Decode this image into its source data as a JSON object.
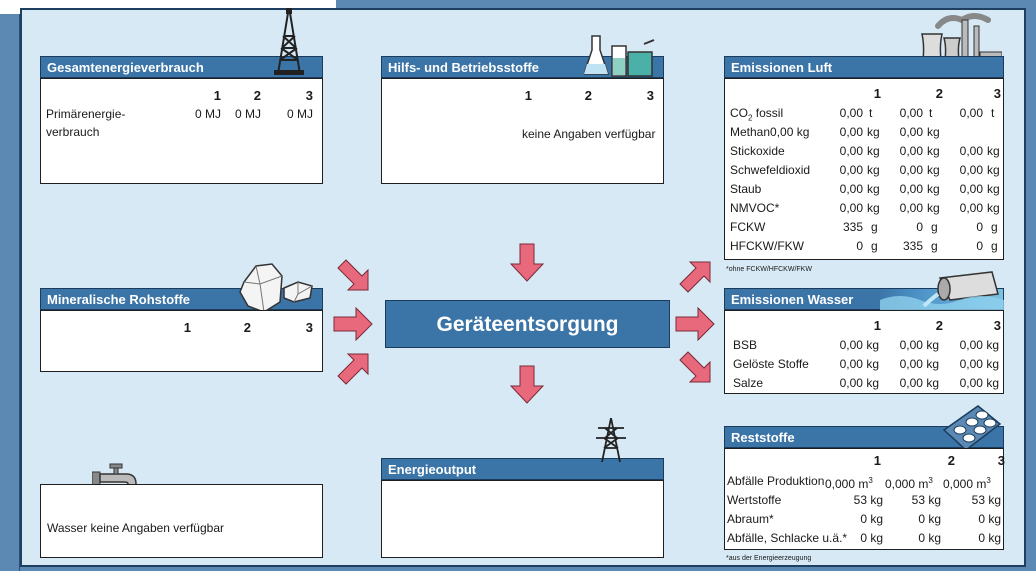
{
  "colors": {
    "header": "#3b74a6",
    "background": "#d6e9f5",
    "frame": "#5b89b3",
    "arrow": "#e8697c"
  },
  "center": {
    "title": "Geräteentsorgung"
  },
  "col_numbers": [
    "1",
    "2",
    "3"
  ],
  "energy_consumption": {
    "title": "Gesamtenergieverbrauch",
    "icon": "oil-derrick-icon",
    "row_label_line1": "Primärenergie-",
    "row_label_line2": "verbrauch",
    "values": [
      "0 MJ",
      "0 MJ",
      "0 MJ"
    ]
  },
  "auxiliary": {
    "title": "Hilfs- und Betriebsstoffe",
    "icon": "lab-flasks-icon",
    "note": "keine Angaben verfügbar"
  },
  "minerals": {
    "title": "Mineralische Rohstoffe",
    "icon": "rock-icon"
  },
  "water": {
    "icon": "water-tap-icon",
    "text": "Wasser keine Angaben verfügbar"
  },
  "energy_output": {
    "title": "Energieoutput",
    "icon": "power-pylon-icon"
  },
  "air_emissions": {
    "title": "Emissionen Luft",
    "icon": "power-plant-icon",
    "co2_label": "CO",
    "co2_sub": "2",
    "co2_suffix": " fossil",
    "rows": [
      {
        "label": "",
        "v": [
          "0,00",
          "0,00",
          "0,00"
        ],
        "u": [
          "t",
          "t",
          "t"
        ]
      },
      {
        "label": "Methan0,00 kg",
        "v": [
          "0,00",
          "0,00",
          ""
        ],
        "u": [
          "kg",
          "kg",
          ""
        ]
      },
      {
        "label": "Stickoxide",
        "v": [
          "0,00",
          "0,00",
          "0,00"
        ],
        "u": [
          "kg",
          "kg",
          "kg"
        ]
      },
      {
        "label": "Schwefeldioxid",
        "v": [
          "0,00",
          "0,00",
          "0,00"
        ],
        "u": [
          "kg",
          "kg",
          "kg"
        ]
      },
      {
        "label": "Staub",
        "v": [
          "0,00",
          "0,00",
          "0,00"
        ],
        "u": [
          "kg",
          "kg",
          "kg"
        ]
      },
      {
        "label": "NMVOC*",
        "v": [
          "0,00",
          "0,00",
          "0,00"
        ],
        "u": [
          "kg",
          "kg",
          "kg"
        ]
      },
      {
        "label": "FCKW",
        "v": [
          "335",
          "0",
          "0"
        ],
        "u": [
          "g",
          "g",
          "g"
        ]
      },
      {
        "label": "HFCKW/FKW",
        "v": [
          "0",
          "335",
          "0"
        ],
        "u": [
          "g",
          "g",
          "g"
        ]
      }
    ],
    "footnote": "*ohne FCKW/HFCKW/FKW"
  },
  "water_emissions": {
    "title": "Emissionen Wasser",
    "icon": "waste-pipe-icon",
    "rows": [
      {
        "label": "BSB",
        "v": [
          "0,00 kg",
          "0,00 kg",
          "0,00 kg"
        ]
      },
      {
        "label": "Gelöste Stoffe",
        "v": [
          "0,00 kg",
          "0,00 kg",
          "0,00 kg"
        ]
      },
      {
        "label": "Salze",
        "v": [
          "0,00 kg",
          "0,00 kg",
          "0,00 kg"
        ]
      }
    ]
  },
  "residues": {
    "title": "Reststoffe",
    "icon": "pellet-tray-icon",
    "row1_label": "Abfälle Produktion",
    "row1_values": [
      "0,000 m",
      "0,000 m",
      "0,000 m"
    ],
    "row1_sup": "3",
    "rows": [
      {
        "label": "Wertstoffe",
        "v": [
          "53 kg",
          "53 kg",
          "53 kg"
        ]
      },
      {
        "label": "Abraum*",
        "v": [
          "0 kg",
          "0 kg",
          "0 kg"
        ]
      },
      {
        "label": "Abfälle, Schlacke u.ä.*",
        "v": [
          "0 kg",
          "0 kg",
          "0 kg"
        ]
      }
    ],
    "footnote": "*aus der Energieerzeugung"
  }
}
